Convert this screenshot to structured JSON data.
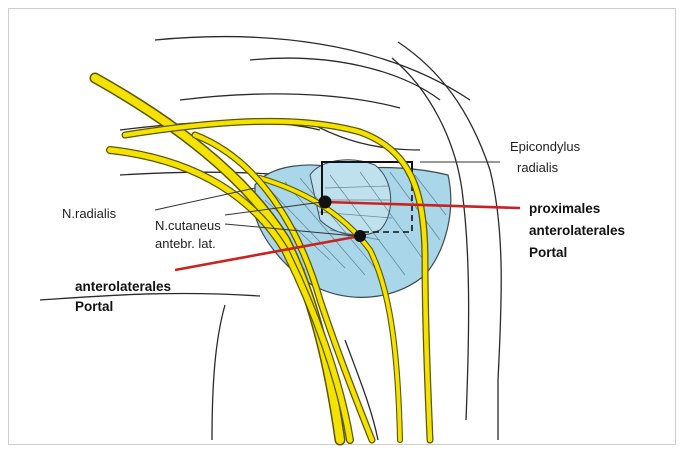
{
  "labels": {
    "epicondylus_line1": "Epicondylus",
    "epicondylus_line2": "radialis",
    "n_radialis": "N.radialis",
    "n_cutaneus_line1": "N.cutaneus",
    "n_cutaneus_line2": "antebr. lat.",
    "proximal_line1": "proximales",
    "proximal_line2": "anterolaterales",
    "proximal_line3": "Portal",
    "anterolateral_line1": "anterolaterales",
    "anterolateral_line2": "Portal"
  },
  "colors": {
    "nerve_fill": "#f4e300",
    "nerve_outline": "#5b5500",
    "muscle": "#a9d6e8",
    "pointer_red": "#c8231f",
    "outline": "#2a2a2a"
  }
}
